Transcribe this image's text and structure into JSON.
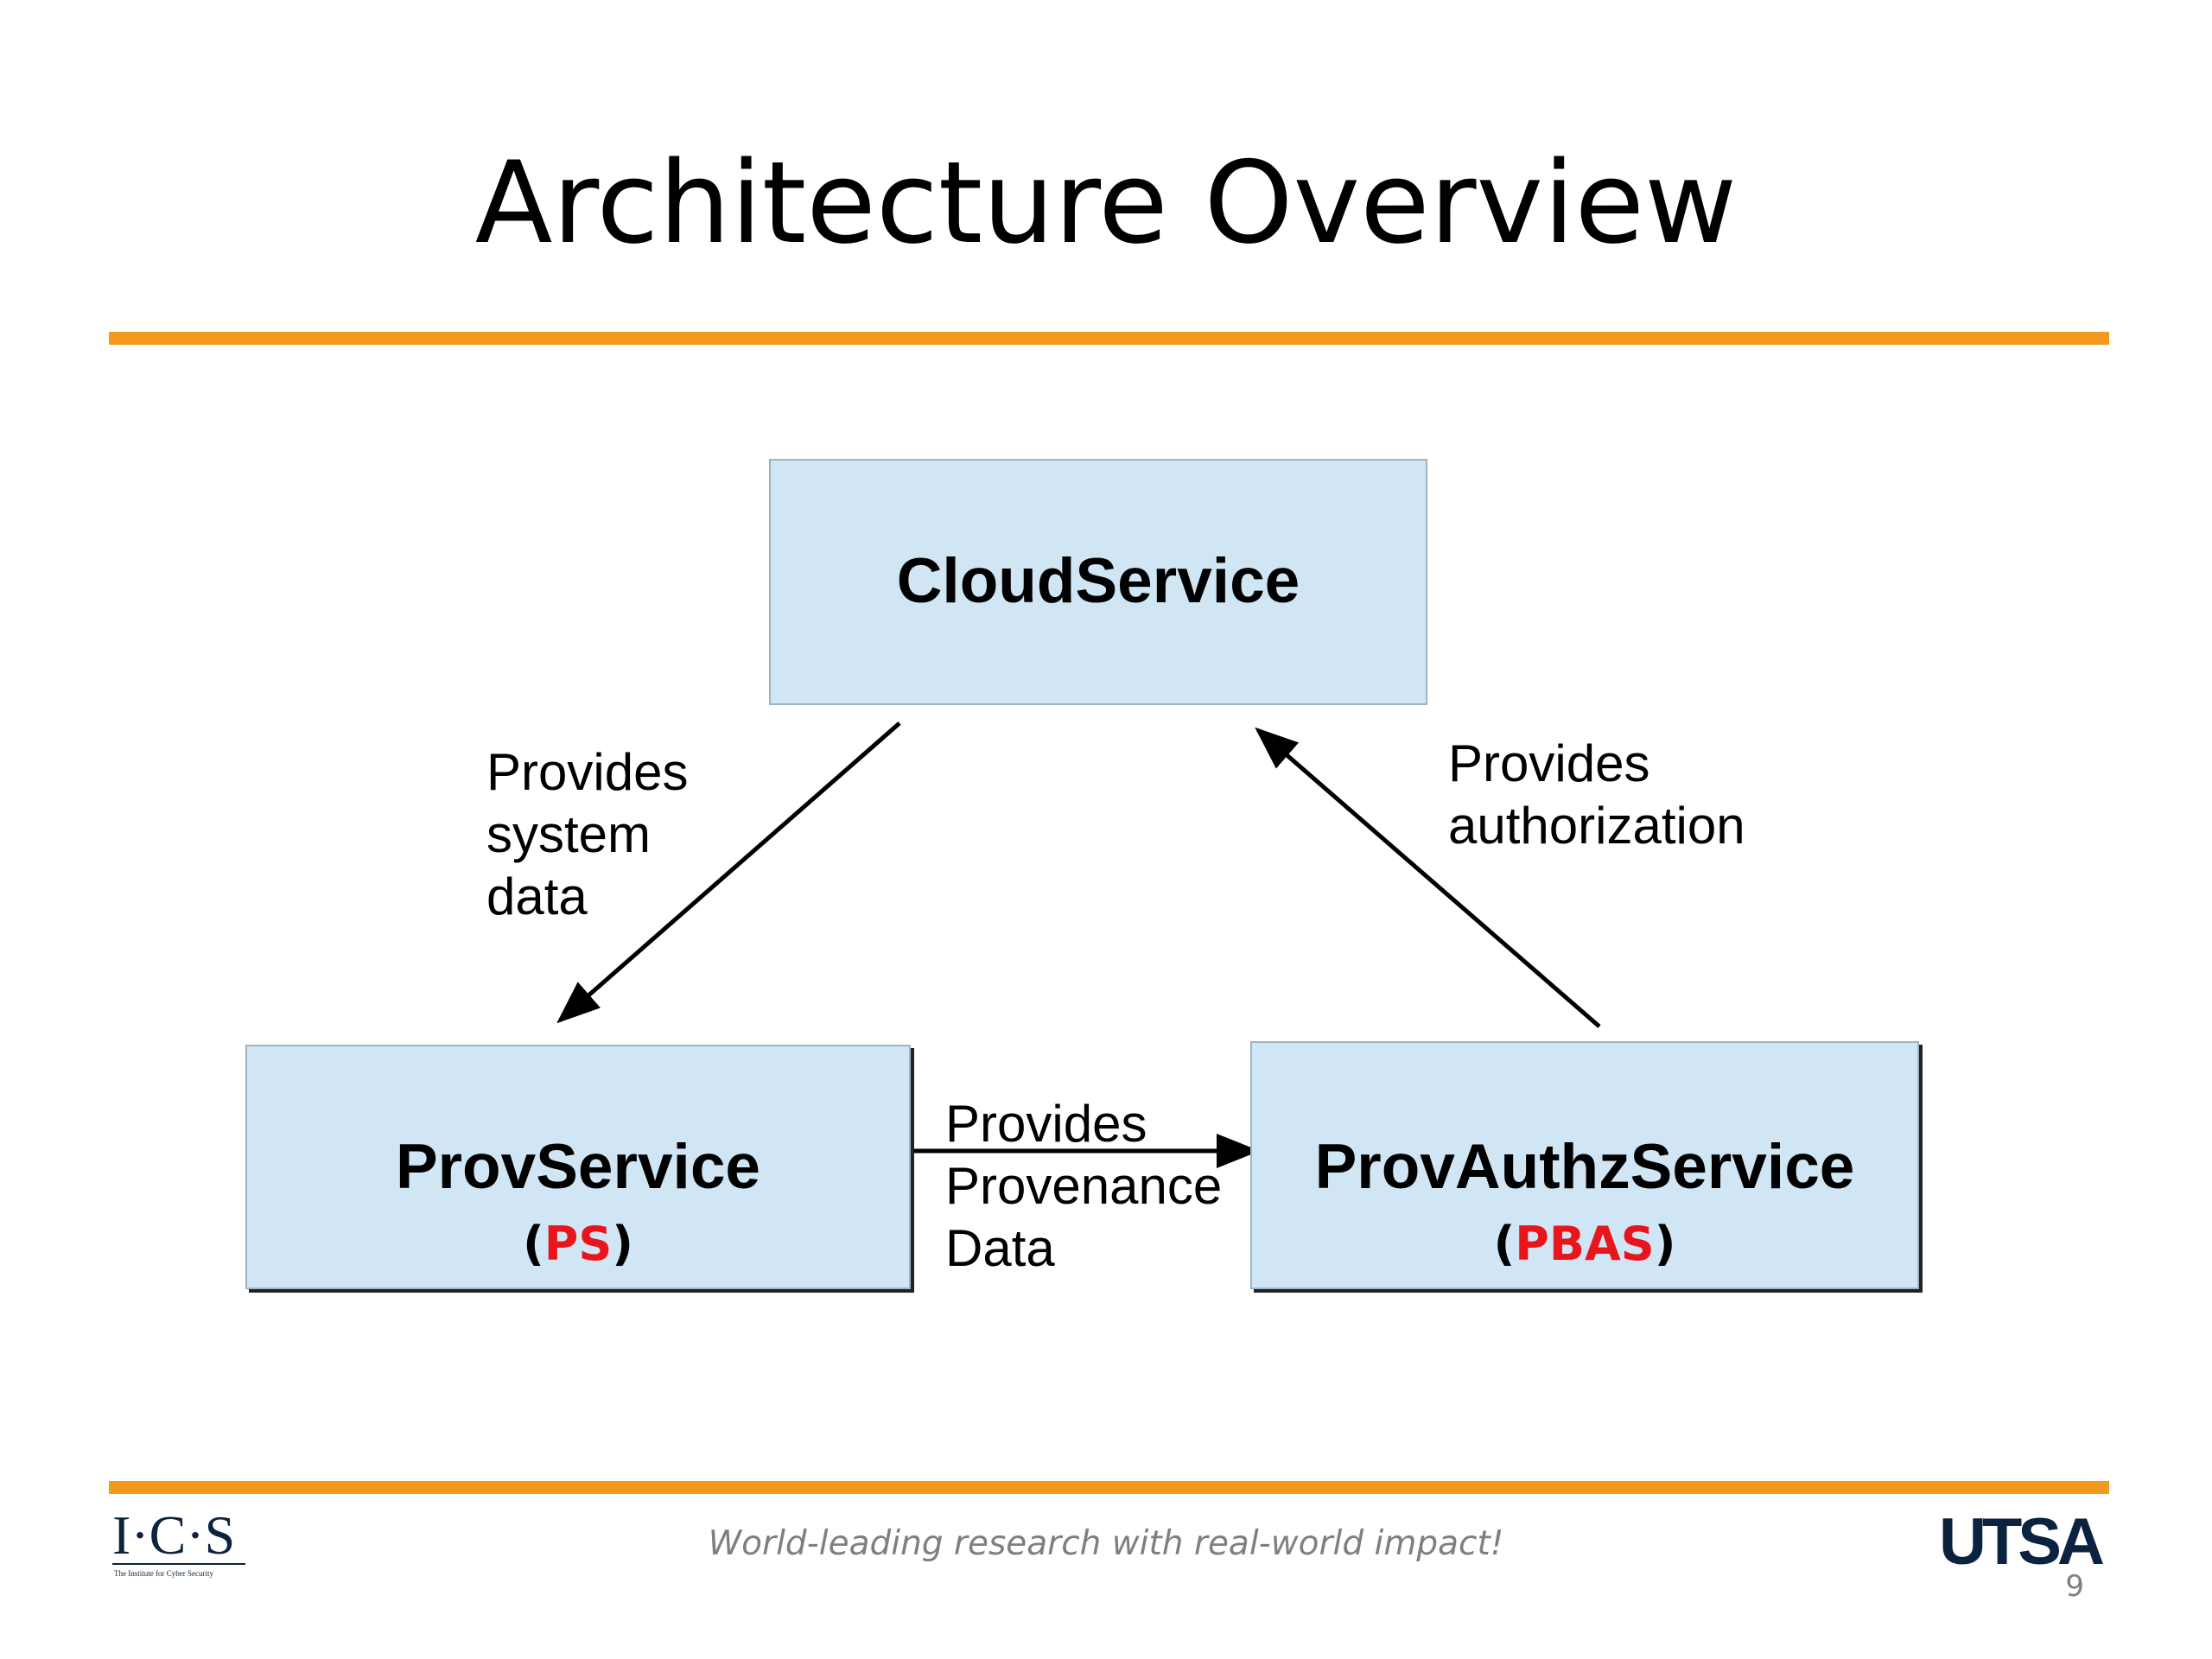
{
  "title": "Architecture Overview",
  "diagram": {
    "nodes": {
      "cloud": {
        "label": "CloudService"
      },
      "prov": {
        "label": "ProvService",
        "abbr_open": "(",
        "abbr": "PS",
        "abbr_close": ")"
      },
      "authz": {
        "label": "ProvAuthzService",
        "abbr_open": "(",
        "abbr": "PBAS",
        "abbr_close": ")"
      }
    },
    "edges": {
      "system_data": {
        "from": "CloudService",
        "to": "ProvService",
        "lines": [
          "Provides",
          "system",
          "data"
        ]
      },
      "authorization": {
        "from": "ProvAuthzService",
        "to": "CloudService",
        "lines": [
          "Provides",
          "authorization"
        ]
      },
      "provenance": {
        "from": "ProvService",
        "to": "ProvAuthzService",
        "lines": [
          "Provides",
          "Provenance",
          "Data"
        ]
      }
    }
  },
  "footer": {
    "tagline": "World-leading research with real-world impact!",
    "page_number": "9",
    "left_logo_text": "I·C·S",
    "left_logo_subtitle": "The Institute for Cyber Security",
    "right_logo_text": "UTSA"
  },
  "colors": {
    "accent_rule": "#f39a1e",
    "box_fill": "#d0e6f4",
    "box_border": "#9db4c6",
    "abbr_red": "#e8161c",
    "footer_gray": "#7f7f7f",
    "logo_navy": "#0c2340"
  }
}
